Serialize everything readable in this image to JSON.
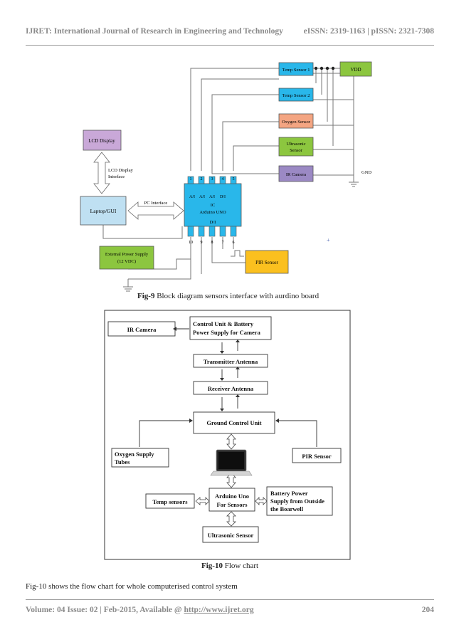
{
  "header": {
    "journal": "IJRET: International Journal of Research in Engineering and Technology",
    "issn": "eISSN: 2319-1163 | pISSN: 2321-7308"
  },
  "fig9": {
    "caption_label": "Fig-9",
    "caption_text": " Block diagram sensors interface with aurdino board",
    "blocks": {
      "temp1": "Temp Sensor 1",
      "temp2": "Temp Sensor 2",
      "oxygen": "Oxygen Sensor",
      "ultra1": "Ultrasonic",
      "ultra2": "Sensor",
      "ir": "IR Camera",
      "vdd": "VDD",
      "gnd": "GND",
      "lcd": "LCD Display",
      "lcd_if1": "LCD Display",
      "lcd_if2": "Interface",
      "laptop": "Laptop/GUI",
      "pc_if": "PC Interface",
      "ard_ic": "IC",
      "ard_name": "Arduino UNO",
      "ard_dio": "D/I",
      "pin_a1": "A/I",
      "pin_a2": "A/I",
      "pin_a3": "A/I",
      "pin_d": "D/I",
      "ext1": "External Power Supply",
      "ext2": "(12 VDC)",
      "pir": "PIR Sensor",
      "plus": "+",
      "pins_top": [
        "1",
        "2",
        "3",
        "4",
        "5"
      ],
      "pins_bottom": [
        "10",
        "9",
        "8",
        "7",
        "6"
      ]
    },
    "colors": {
      "cyan": "#29b7ea",
      "orange": "#f4a582",
      "green": "#8cc63f",
      "purple": "#9b89c4",
      "lcd": "#c9a8d8",
      "laptop": "#bfe0f2",
      "yellow": "#fbc01f"
    }
  },
  "fig10": {
    "caption_label": "Fig-10",
    "caption_text": " Flow chart",
    "nodes": {
      "ir_camera": "IR Camera",
      "control1": "Control Unit & Battery",
      "control2": "Power Supply for Camera",
      "transmitter": "Transmitter Antenna",
      "receiver": "Receiver Antenna",
      "ground": "Ground Control Unit",
      "oxygen1": "Oxygen Supply",
      "oxygen2": "Tubes",
      "pir": "PIR Sensor",
      "temp": "Temp sensors",
      "arduino1": "Arduino Uno",
      "arduino2": "For Sensors",
      "battery1": "Battery Power",
      "battery2": "Supply from Outside",
      "battery3": "the Boarwell",
      "ultrasonic": "Ultrasonic Sensor"
    }
  },
  "body_text": "Fig-10 shows the flow chart for whole computerised control system",
  "footer": {
    "volume": "Volume: 04 Issue: 02 | Feb-2015, Available @ ",
    "url": "http://www.ijret.org",
    "page": "204"
  }
}
